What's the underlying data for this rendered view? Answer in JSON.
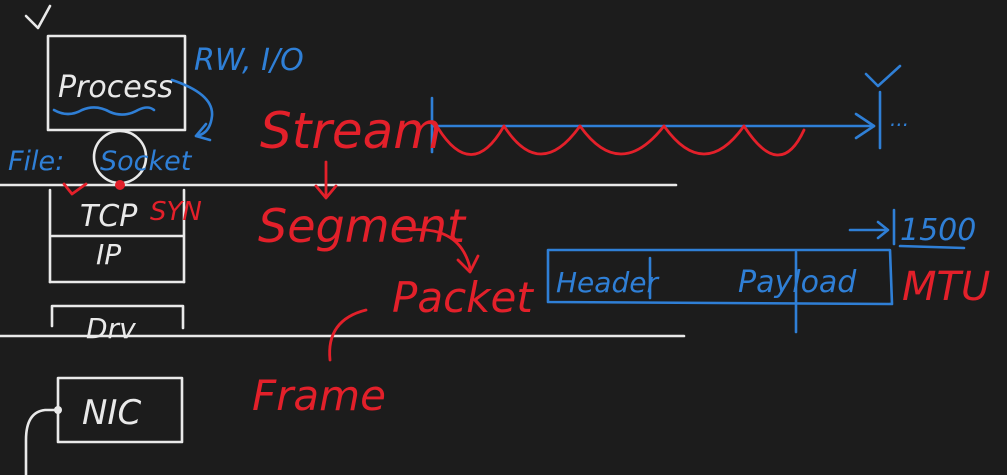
{
  "colors": {
    "background": "#1c1c1c",
    "white_ink": "#e9e9e9",
    "blue_ink": "#2f7fd6",
    "red_ink": "#e3202a"
  },
  "layers": {
    "process": "Process",
    "tcp": "TCP",
    "ip": "IP",
    "driver": "Drv",
    "nic": "NIC"
  },
  "notes": {
    "rw_io": "RW, I/O",
    "file": "File:",
    "socket": "Socket",
    "syn": "SYN"
  },
  "units": {
    "stream": "Stream",
    "segment": "Segment",
    "packet": "Packet",
    "frame": "Frame"
  },
  "packet": {
    "header": "Header",
    "payload": "Payload",
    "mtu_value": "1500",
    "mtu_label": "MTU"
  },
  "stream_ellipsis": "..."
}
